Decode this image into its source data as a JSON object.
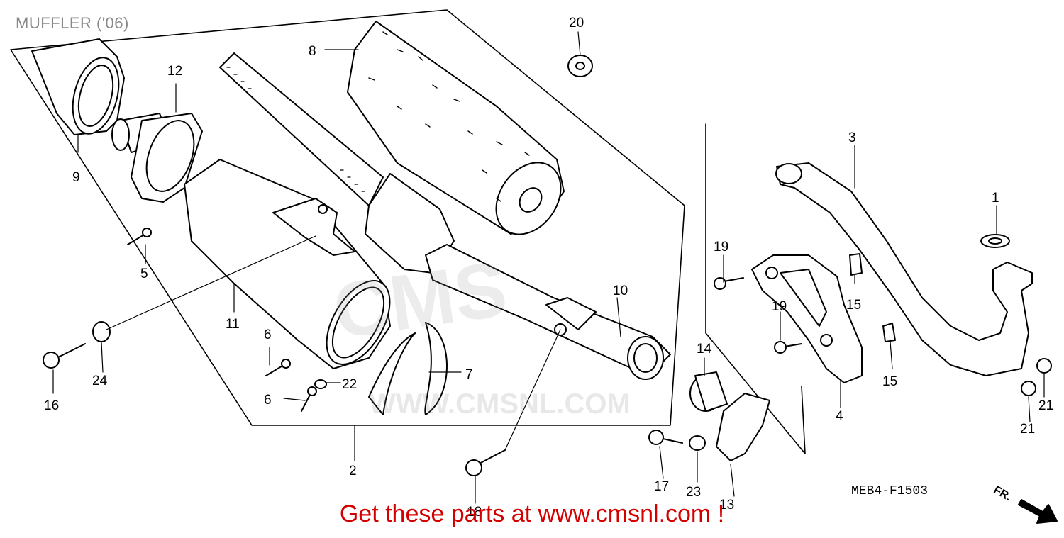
{
  "title": "MUFFLER ('06)",
  "diagram_code": "MEB4-F1503",
  "front_marker": "FR.",
  "promo_text": "Get these parts at www.cmsnl.com !",
  "watermark": {
    "url": "WWW.CMSNL.COM",
    "logo": "CMS"
  },
  "colors": {
    "promo": "#d40000",
    "title": "#888888",
    "line": "#000000"
  },
  "callouts": [
    "1",
    "2",
    "3",
    "4",
    "5",
    "6",
    "6",
    "7",
    "8",
    "9",
    "10",
    "11",
    "12",
    "13",
    "14",
    "15",
    "15",
    "16",
    "17",
    "18",
    "19",
    "19",
    "20",
    "21",
    "21",
    "22",
    "23",
    "24"
  ]
}
